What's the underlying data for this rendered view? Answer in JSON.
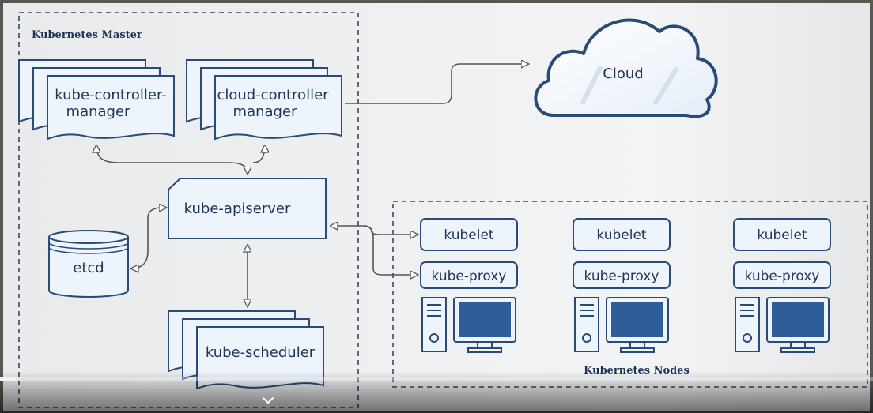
{
  "master": {
    "title": "Kubernetes Master"
  },
  "components": {
    "controller_manager": [
      "kube-controller-",
      "manager"
    ],
    "cloud_controller_manager": [
      "cloud-controller",
      "manager"
    ],
    "apiserver": "kube-apiserver",
    "etcd": "etcd",
    "scheduler": "kube-scheduler"
  },
  "cloud": {
    "label": "Cloud"
  },
  "nodes": {
    "title": "Kubernetes Nodes",
    "items": [
      {
        "kubelet": "kubelet",
        "proxy": "kube-proxy"
      },
      {
        "kubelet": "kubelet",
        "proxy": "kube-proxy"
      },
      {
        "kubelet": "kubelet",
        "proxy": "kube-proxy"
      }
    ]
  },
  "player": {
    "progress": 0.02,
    "expand_icon": "chevron-down-icon"
  },
  "colors": {
    "stroke": "#2a4a78",
    "text": "#1f3556",
    "fill": "#eef4fb",
    "screen": "#2f5d99"
  }
}
